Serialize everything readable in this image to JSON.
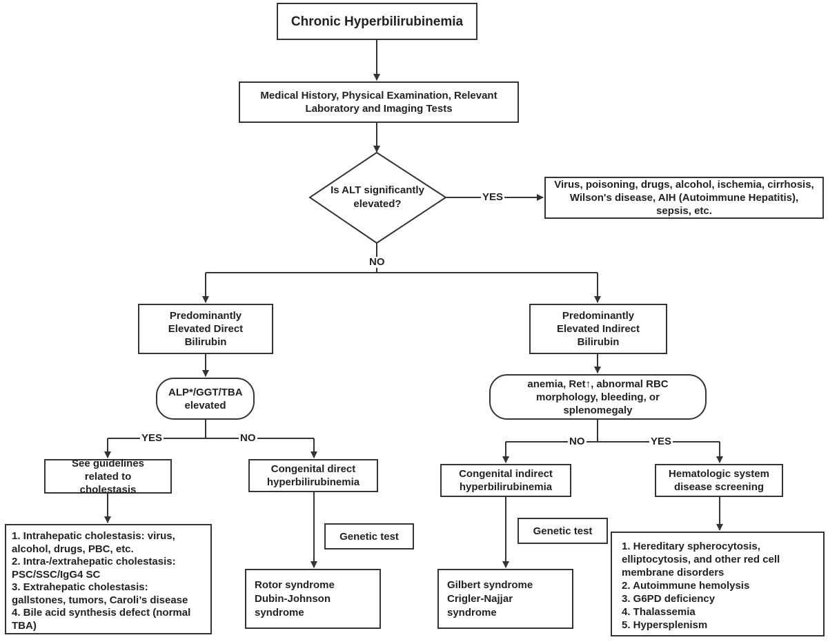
{
  "title": "Chronic Hyperbilirubinemia",
  "history": "Medical History, Physical Examination, Relevant Laboratory and Imaging Tests",
  "alt_question": "Is ALT significantly elevated?",
  "alt_yes_causes": "Virus, poisoning, drugs, alcohol, ischemia, cirrhosis, Wilson's disease, AIH (Autoimmune Hepatitis), sepsis, etc.",
  "labels": {
    "yes": "YES",
    "no": "NO"
  },
  "direct": "Predominantly Elevated Direct Bilirubin",
  "indirect": "Predominantly Elevated Indirect Bilirubin",
  "alp_question": "ALP*/GGT/TBA elevated",
  "anemia_question": "anemia, Ret↑, abnormal RBC morphology, bleeding, or splenomegaly",
  "cholestasis_guidelines": "See guidelines related to cholestasis",
  "congenital_direct": "Congenital direct hyperbilirubinemia",
  "congenital_indirect": "Congenital indirect hyperbilirubinemia",
  "hematologic": "Hematologic system disease screening",
  "genetic_test": "Genetic test",
  "cholestasis_list": [
    "1. Intrahepatic cholestasis: virus,",
    "alcohol, drugs, PBC, etc.",
    "2. Intra-/extrahepatic cholestasis:",
    "PSC/SSC/IgG4 SC",
    "3. Extrahepatic cholestasis:",
    "gallstones, tumors, Caroli’s disease",
    "4. Bile acid synthesis defect (normal",
    "TBA)"
  ],
  "rotor_list": [
    "Rotor syndrome",
    "Dubin-Johnson",
    "syndrome"
  ],
  "gilbert_list": [
    "Gilbert syndrome",
    "Crigler-Najjar",
    "syndrome"
  ],
  "hematologic_list": [
    "1. Hereditary spherocytosis,",
    "elliptocytosis, and other red cell",
    "membrane disorders",
    "2. Autoimmune hemolysis",
    "3. G6PD deficiency",
    "4. Thalassemia",
    "5. Hypersplenism"
  ]
}
